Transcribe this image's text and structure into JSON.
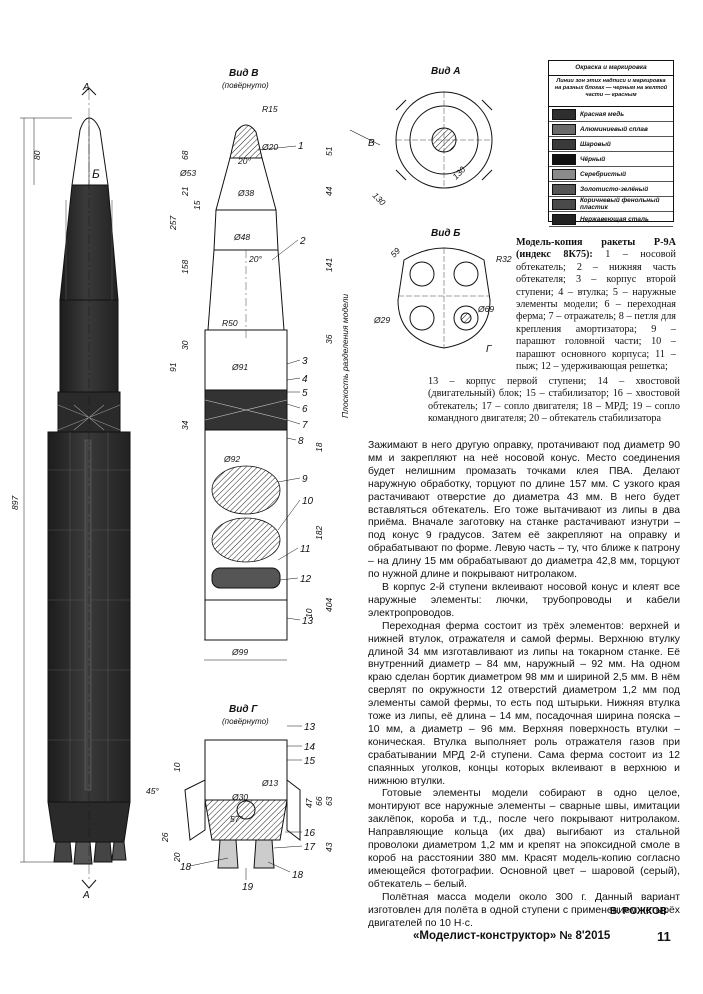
{
  "drawing": {
    "view_labels": {
      "view_v": "Вид В",
      "view_v_sub": "(повёрнуто)",
      "view_a": "Вид А",
      "view_b": "Вид Б",
      "view_g": "Вид Г",
      "view_g_sub": "(повёрнуто)",
      "section_a": "A",
      "section_b": "Б",
      "section_v": "В",
      "section_g": "Г",
      "separation_plane": "Плоскость разделения модели"
    },
    "dimensions": {
      "r15": "R15",
      "d20": "Ø20",
      "a20": "20°",
      "d53": "Ø53",
      "d38": "Ø38",
      "d48": "Ø48",
      "a20b": "20°",
      "r50": "R50",
      "d91": "Ø91",
      "d92": "Ø92",
      "d99": "Ø99",
      "h80": "80",
      "h897": "897",
      "h68": "68",
      "h21": "21",
      "h15": "15",
      "h257": "257",
      "h158": "158",
      "h30": "30",
      "h91": "91",
      "h34": "34",
      "h51": "51",
      "h44": "44",
      "h141": "141",
      "h36": "36",
      "h18": "18",
      "h182": "182",
      "h10": "10",
      "h404": "404",
      "d130a": "130",
      "d130b": "130",
      "d59": "59",
      "r32": "R32",
      "d29": "Ø29",
      "d69": "Ø69",
      "a45": "45°",
      "d30": "Ø30",
      "a57": "57°",
      "d13": "Ø13",
      "h47": "47",
      "h66": "66",
      "h63": "63",
      "h43": "43",
      "h26": "26",
      "h20": "20",
      "h10b": "10"
    },
    "callouts": [
      "1",
      "2",
      "3",
      "4",
      "5",
      "6",
      "7",
      "8",
      "9",
      "10",
      "11",
      "12",
      "13",
      "13",
      "14",
      "15",
      "16",
      "17",
      "18",
      "18",
      "19"
    ]
  },
  "legend": {
    "title": "Окраска и маркировка",
    "note": "Линии зон этих надписи и маркировка на разных блоках — черным на желтой части — красным",
    "items": [
      {
        "label": "Красная медь",
        "color": "#2e2e2e"
      },
      {
        "label": "Алюминиевый сплав",
        "color": "#6a6a6a"
      },
      {
        "label": "Шаровый",
        "color": "#3a3a3a"
      },
      {
        "label": "Чёрный",
        "color": "#111111"
      },
      {
        "label": "Серебристый",
        "color": "#8a8a8a"
      },
      {
        "label": "Золотисто-зелёный",
        "color": "#555555"
      },
      {
        "label": "Коричневый фенольный пластик",
        "color": "#4a4a4a"
      },
      {
        "label": "Нержавеющая сталь",
        "color": "#222222"
      }
    ]
  },
  "caption": {
    "title": "Модель-копия ракеты Р-9А (индекс 8К75):",
    "text1": "1 – носовой обтекатель; 2 – нижняя часть обтекателя; 3 – корпус второй ступени; 4 – втулка; 5 – наружные элементы модели; 6 – переходная ферма; 7 – отражатель; 8 – петля для крепления амортизатора; 9 – парашют головной части; 10 – парашют основного корпуса; 11 – пыж; 12 – удерживающая решетка;",
    "text2": "13 – корпус первой ступени; 14 – хвостовой (двигательный) блок; 15 – стабилизатор; 16 – хвостовой обтекатель; 17 – сопло двигателя; 18 – МРД; 19 – сопло командного двигателя; 20 – обтекатель стабилизатора"
  },
  "article": {
    "p1": "Зажимают в него другую оправку, протачивают под диаметр 90 мм и закрепляют на неё носовой конус. Место соединения будет нелишним промазать точками клея ПВА. Делают наружную обработку, торцуют по длине 157 мм. С узкого края растачивают отверстие до диаметра 43 мм. В него будет вставляться обтекатель. Его тоже вытачивают из липы в два приёма. Вначале заготовку на станке растачивают изнутри – под конус 9 градусов. Затем её закрепляют на оправку и обрабатывают по форме. Левую часть – ту, что ближе к патрону – на длину 15 мм обрабатывают до диаметра 42,8 мм, торцуют по нужной длине и покрывают нитролаком.",
    "p2": "В корпус 2-й ступени вклеивают носовой конус и клеят все наружные элементы: лючки, трубопроводы и кабели электропроводов.",
    "p3": "Переходная ферма состоит из трёх элементов: верхней и нижней втулок, отражателя и самой фермы. Верхнюю втулку длиной 34 мм изготавливают из липы на токарном станке. Её внутренний диаметр – 84 мм, наружный – 92 мм. На одном краю сделан бортик диаметром 98 мм и шириной 2,5 мм. В нём сверлят по окружности 12 отверстий диаметром 1,2 мм под элементы самой фермы, то есть под штырьки. Нижняя втулка тоже из липы, её длина – 14 мм, посадочная ширина пояска – 10 мм, а диаметр – 96 мм. Верхняя поверхность втулки – коническая. Втулка выполняет роль отражателя газов при срабатывании МРД 2-й ступени. Сама ферма состоит из 12 спаянных уголков, концы которых вклеивают в верхнюю и нижнюю втулки.",
    "p4": "Готовые элементы модели собирают в одно целое, монтируют все наружные элементы – сварные швы, имитации заклёпок, короба и т.д., после чего покрывают нитролаком. Направляющие кольца (их два) выгибают из стальной проволоки диаметром 1,2 мм и крепят на эпоксидной смоле в короб на расстоянии 380 мм. Красят модель-копию согласно имеющейся фотографии. Основной цвет – шаровой (серый), обтекатель – белый.",
    "p5": "Полётная масса модели около 300 г. Данный вариант изготовлен для полёта в одной ступени с применением четырёх двигателей по 10 Н·с.",
    "author": "В. РОЖКОВ"
  },
  "footer": {
    "magazine": "«Моделист-конструктор» № 8'2015",
    "page": "11"
  }
}
